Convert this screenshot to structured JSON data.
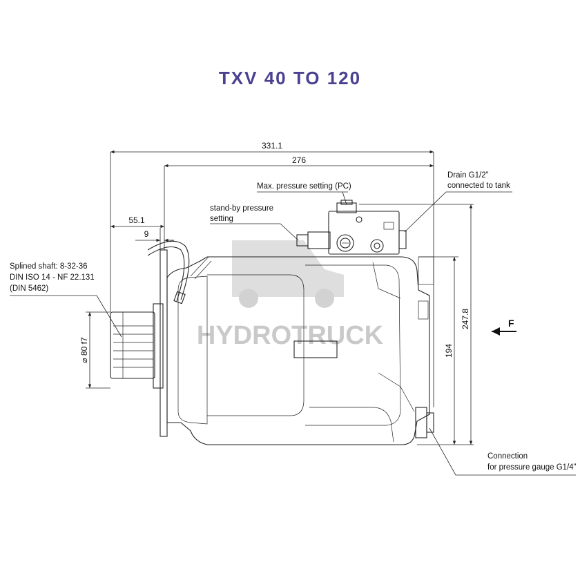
{
  "title": "TXV 40 TO 120",
  "watermark": "HYDROTRUCK",
  "dimensions": {
    "overall_length": "331.1",
    "body_length": "276",
    "flange_offset": "55.1",
    "flange_thickness": "9",
    "shaft_diameter": "⌀ 80 f7",
    "height_to_port": "194",
    "overall_height": "247.8"
  },
  "labels": {
    "max_pressure": "Max. pressure setting (PC)",
    "standby_line1": "stand-by pressure",
    "standby_line2": "setting",
    "drain_line1": "Drain G1/2”",
    "drain_line2": "connected to tank",
    "shaft_line1": "Splined shaft: 8-32-36",
    "shaft_line2": "DIN ISO 14 - NF 22.131",
    "shaft_line3": "(DIN 5462)",
    "gauge_line1": "Connection",
    "gauge_line2": "for pressure gauge G1/4”",
    "flow_direction": "F"
  },
  "colors": {
    "title": "#4a4190",
    "outline": "#222222",
    "watermark": "#c9c9c9"
  }
}
